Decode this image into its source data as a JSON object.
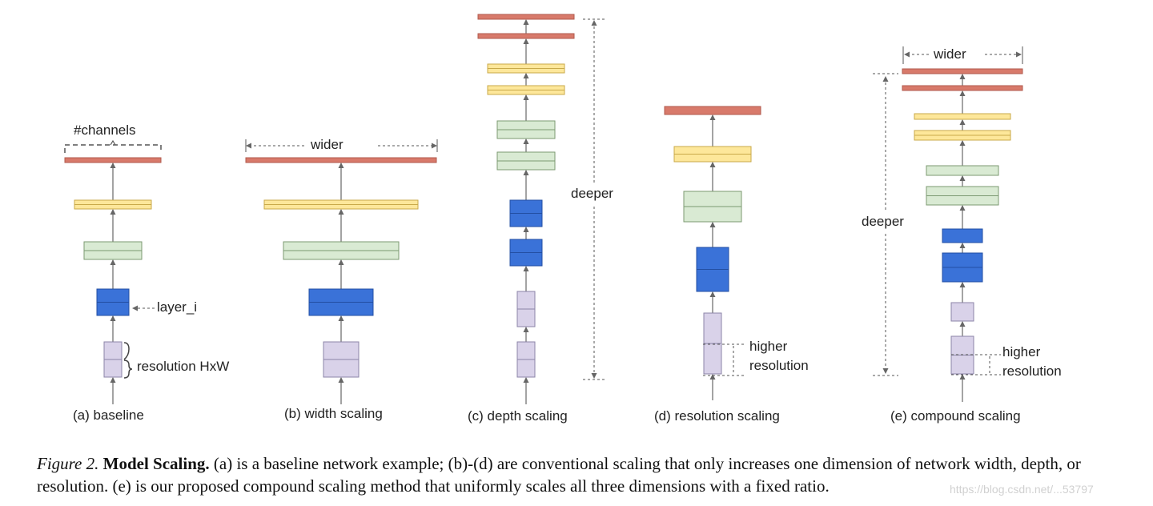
{
  "colors": {
    "red": "#d87a6b",
    "red_stroke": "#b05a4c",
    "yellow": "#fde79a",
    "yellow_stroke": "#c9a94a",
    "green": "#d9ead3",
    "green_stroke": "#7c9a72",
    "blue": "#3a72d8",
    "blue_stroke": "#234fa3",
    "lavender": "#d9d2e9",
    "lavender_stroke": "#8c84a8",
    "line": "#666666"
  },
  "annotations": {
    "channels": "#channels",
    "layer_i": "layer_i",
    "resolution_hxw": "resolution HxW",
    "wider_b": "wider",
    "deeper_c": "deeper",
    "higher_d1": "higher",
    "higher_d2": "resolution",
    "wider_e": "wider",
    "deeper_e": "deeper",
    "higher_e1": "higher",
    "higher_e2": "resolution"
  },
  "panels": [
    {
      "id": "a",
      "title": "(a) baseline"
    },
    {
      "id": "b",
      "title": "(b) width scaling"
    },
    {
      "id": "c",
      "title": "(c) depth scaling"
    },
    {
      "id": "d",
      "title": "(d) resolution scaling"
    },
    {
      "id": "e",
      "title": "(e) compound scaling"
    }
  ],
  "caption": {
    "figure": "Figure 2.",
    "title": "Model Scaling.",
    "text": "(a) is a baseline network example; (b)-(d) are conventional scaling that only increases one dimension of network width, depth, or resolution. (e) is our proposed compound scaling method that uniformly scales all three dimensions with a fixed ratio."
  },
  "watermark": "https://blog.csdn.net/...53797"
}
